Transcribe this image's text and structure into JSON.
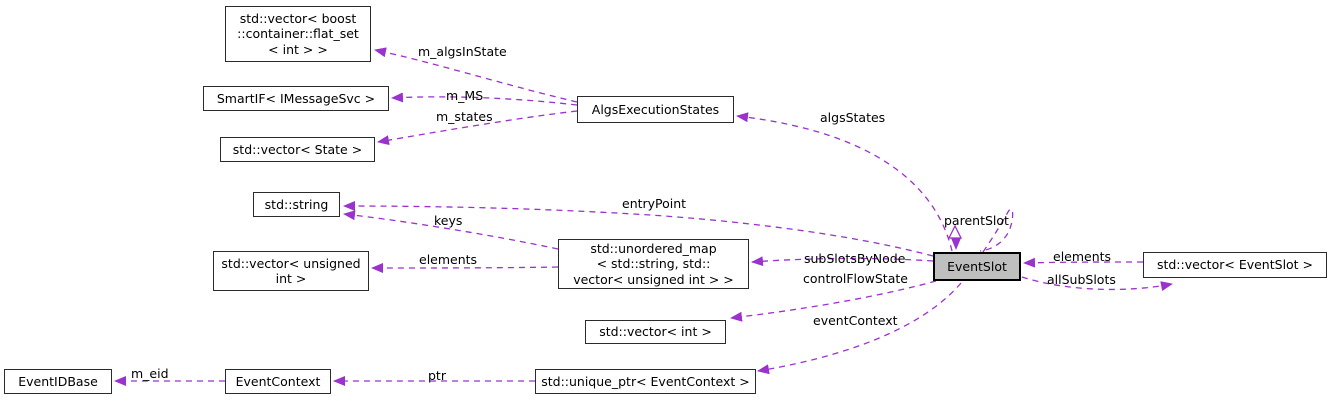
{
  "diagram": {
    "type": "doxygen-collaboration-graph",
    "colors": {
      "background": "#ffffff",
      "edge": "#9a32cd",
      "node_border": "#2b2b2b",
      "node_fill": "#ffffff",
      "selected_node_fill": "#bfbfbf"
    },
    "nodes": {
      "flat_set_vector": {
        "label": "std::vector< boost\n::container::flat_set\n< int > >"
      },
      "smartif_imessagesvc": {
        "label": "SmartIF< IMessageSvc >"
      },
      "vector_state": {
        "label": "std::vector< State >"
      },
      "algs_execution_states": {
        "label": "AlgsExecutionStates"
      },
      "std_string": {
        "label": "std::string"
      },
      "vector_unsigned_int": {
        "label": "std::vector< unsigned\nint >"
      },
      "unordered_map": {
        "label": "std::unordered_map\n< std::string, std::\nvector< unsigned int > >"
      },
      "vector_int": {
        "label": "std::vector< int >"
      },
      "event_slot": {
        "label": "EventSlot"
      },
      "vector_event_slot": {
        "label": "std::vector< EventSlot >"
      },
      "event_id_base": {
        "label": "EventIDBase"
      },
      "event_context": {
        "label": "EventContext"
      },
      "unique_ptr_event_context": {
        "label": "std::unique_ptr< EventContext >"
      }
    },
    "edge_labels": {
      "m_algsInState": "m_algsInState",
      "m_MS": "m_MS",
      "m_states": "m_states",
      "algsStates": "algsStates",
      "entryPoint": "entryPoint",
      "keys": "keys",
      "elements_map": "elements",
      "subSlotsByNode": "subSlotsByNode",
      "controlFlowState": "controlFlowState",
      "parentSlot": "parentSlot",
      "elements_slots": "elements",
      "allSubSlots": "allSubSlots",
      "eventContext": "eventContext",
      "m_eid": "m_eid",
      "ptr": "ptr"
    }
  }
}
